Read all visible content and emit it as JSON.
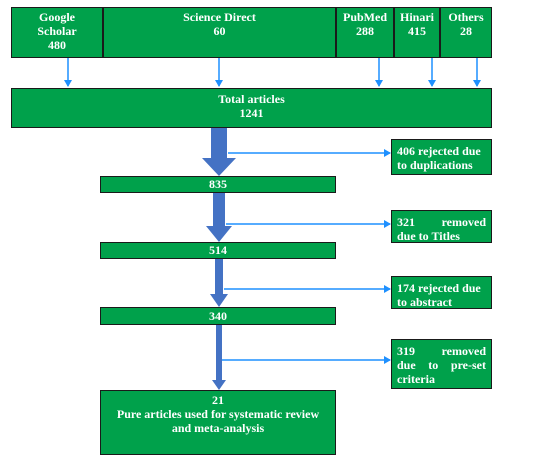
{
  "sources": [
    {
      "name": "Google Scholar",
      "line1": "Google",
      "line2": "Scholar",
      "count": "480"
    },
    {
      "name": "Science Direct",
      "count": "60"
    },
    {
      "name": "PubMed",
      "count": "288"
    },
    {
      "name": "Hinari",
      "count": "415"
    },
    {
      "name": "Others",
      "count": "28"
    }
  ],
  "total": {
    "label": "Total articles",
    "count": "1241"
  },
  "stages": [
    "835",
    "514",
    "340"
  ],
  "final": {
    "count": "21",
    "line1": "Pure articles used for systematic review",
    "line2": "and meta-analysis"
  },
  "exclusions": [
    {
      "line1": "406 rejected due",
      "line2": "to duplications"
    },
    {
      "line1": "321 removed",
      "line2": "due to Titles"
    },
    {
      "line1": "174 rejected due",
      "line2": "to abstract"
    },
    {
      "line1": "319 removed",
      "line2": "due to pre-set",
      "line3": "criteria"
    }
  ],
  "colors": {
    "box_fill": "#00a14b",
    "box_text": "#ffffff",
    "connector": "#1e90ff",
    "main_arrow": "#4472c4"
  }
}
